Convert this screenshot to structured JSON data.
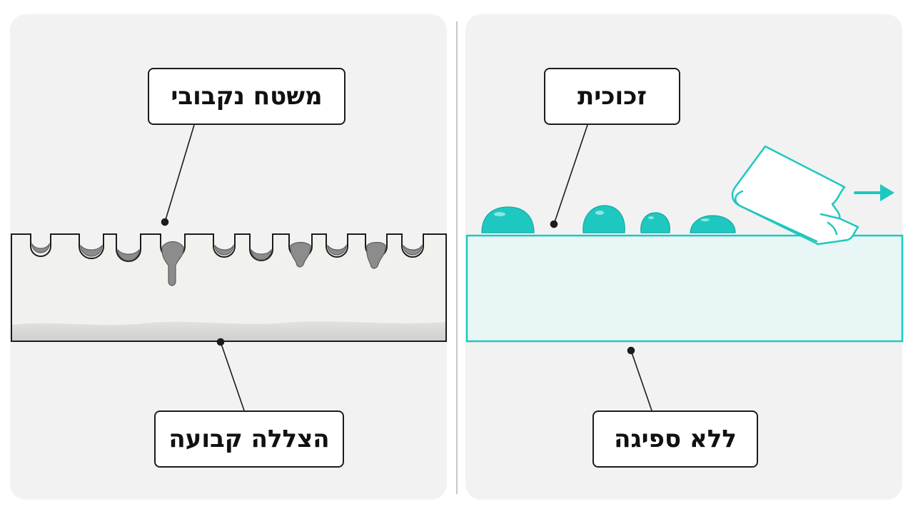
{
  "labels": {
    "porous_surface": "משטח נקבובי",
    "permanent_shadow": "הצללה קבועה",
    "glass": "זכוכית",
    "no_absorption": "ללא ספיגה"
  },
  "colors": {
    "panel_background": "#f2f2f2",
    "outline": "#1c1c1c",
    "porous_fill": "#f1f1ee",
    "stain_gray": "#8c8c8c",
    "glass_accent": "#1ec8c0",
    "glass_fill": "#e8f7f5"
  },
  "icons": {
    "cloth": "cloth-icon",
    "arrow": "arrow-right-icon"
  }
}
